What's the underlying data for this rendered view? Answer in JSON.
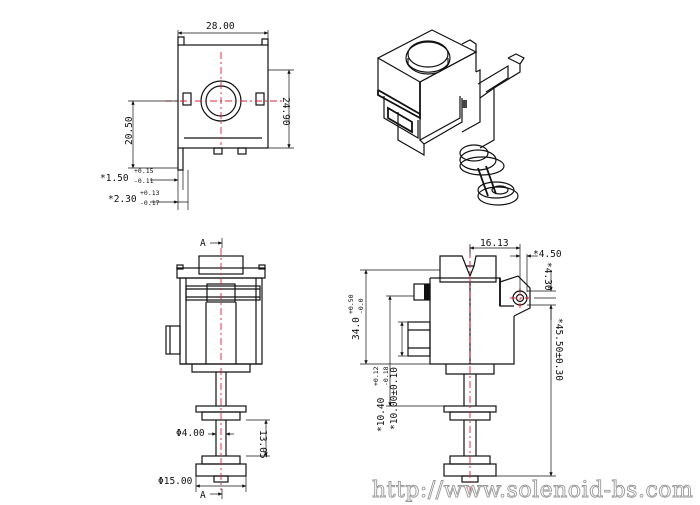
{
  "top_view": {
    "width_dim": "28.00",
    "height_dim": "24.90",
    "mount_height_dim": "20.50",
    "tab_thickness_dim": {
      "base": "*1.50",
      "upper": "+0.15",
      "lower": "-0.11"
    },
    "tab_offset_dim": {
      "base": "*2.30",
      "upper": "+0.13",
      "lower": "-0.17"
    }
  },
  "front_view": {
    "section_mark_top": "A",
    "section_mark_bottom": "A",
    "shaft_diameter_dim": "Φ4.00",
    "disc_spacing_dim": "13.05",
    "disc_diameter_dim": "Φ15.00"
  },
  "side_view": {
    "hole_offset_dim": "16.13",
    "hole_width_dim": "*4.50",
    "hole_height_dim": "*4.30",
    "body_height_dim": {
      "base": "34.0",
      "upper": "+0.50",
      "lower": "-0.0"
    },
    "overall_height_dim": "*45.50±0.30",
    "boss_dim_1": {
      "base": "*10.40",
      "upper": "+0.12",
      "lower": "-0.18"
    },
    "boss_dim_2": "*10.00±0.10"
  },
  "watermark": "http://www.solenoid-bs.com"
}
